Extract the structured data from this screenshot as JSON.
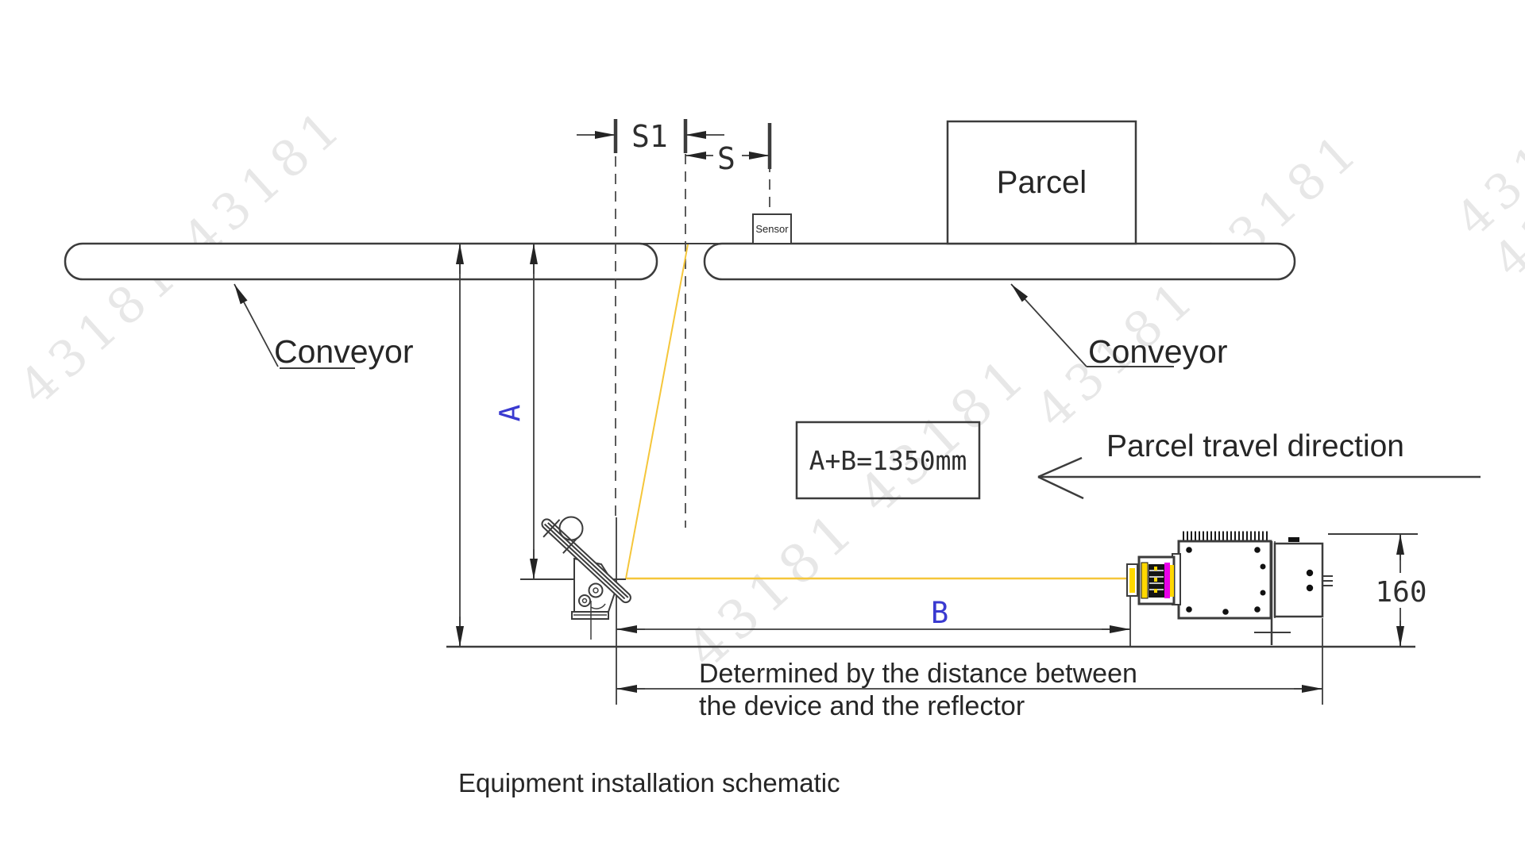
{
  "title": "Equipment installation schematic",
  "watermark": {
    "text": "43181 43181"
  },
  "labels": {
    "conveyor_left": "Conveyor",
    "conveyor_right": "Conveyor",
    "parcel": "Parcel",
    "sensor": "Sensor",
    "travel_direction": "Parcel travel direction"
  },
  "dimensions": {
    "s1": "S1",
    "s": "S",
    "a": "A",
    "b": "B",
    "a_plus_b": "A+B=1350mm",
    "height_160": "160",
    "note_line1": "Determined by the distance between",
    "note_line2": "the device and the reflector"
  },
  "colors": {
    "laser": "#f5c63a",
    "dim_blue": "#3a3ad0",
    "magenta": "#e800e8",
    "detail_yellow": "#ffd800",
    "line_dark": "#3c3c3c"
  }
}
